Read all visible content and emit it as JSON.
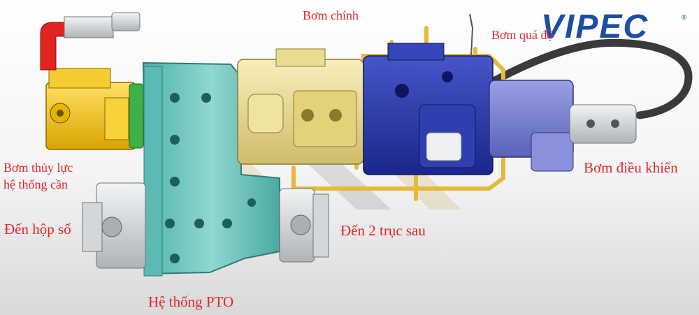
{
  "brand": {
    "logo_text": "VIPEC",
    "logo_color": "#1c4fa3",
    "reg_mark": "®"
  },
  "labels": {
    "main_pump": "Bơm chính",
    "transfer_pump": "Bơm quá độ",
    "hydraulic_pump_line1": "Bơm thủy lực",
    "hydraulic_pump_line2": "hệ thống cần",
    "gearbox": "Đến hộp số",
    "rear_axles": "Đến 2 trục sau",
    "control_pump": "Bơm điều khiển",
    "pto_system": "Hệ thống PTO"
  },
  "colors": {
    "label": "#e4262a",
    "pto_housing": "#6cc7bf",
    "main_pump": "#e8d98a",
    "transfer_pump": "#2e3fb0",
    "control_pump": "#7f86d8",
    "hydraulic_pump": "#f2c21b",
    "pipe": "#e6b93a",
    "hose": "#3a3a3a",
    "flange": "#cfd3d6",
    "elbow_red": "#e02420"
  }
}
